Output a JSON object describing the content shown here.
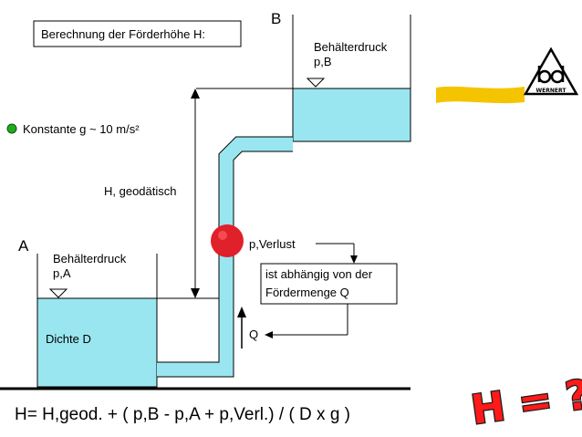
{
  "title": "Berechnung der Förderhöhe H:",
  "constant": "Konstante g ~ 10 m/s²",
  "tank_b": {
    "letter": "B",
    "pressure_line1": "Behälterdruck",
    "pressure_line2": "p,B"
  },
  "tank_a": {
    "letter": "A",
    "pressure_line1": "Behälterdruck",
    "pressure_line2": "p,A",
    "density": "Dichte D"
  },
  "height_label": "H, geodätisch",
  "loss_label": "p,Verlust",
  "dependency_line1": "ist abhängig von der",
  "dependency_line2": "Fördermenge Q",
  "flow_label": "Q",
  "formula": "H= H,geod. + ( p,B - p,A + p,Verl.) / ( D x g )",
  "question": "H = ?",
  "logo_text": "WERNERT",
  "colors": {
    "water": "#99e6f0",
    "loss_ball": "#e0202a",
    "bullet": "#22aa22",
    "logo_stripe": "#f5c400",
    "question": "#ff1a1a"
  }
}
